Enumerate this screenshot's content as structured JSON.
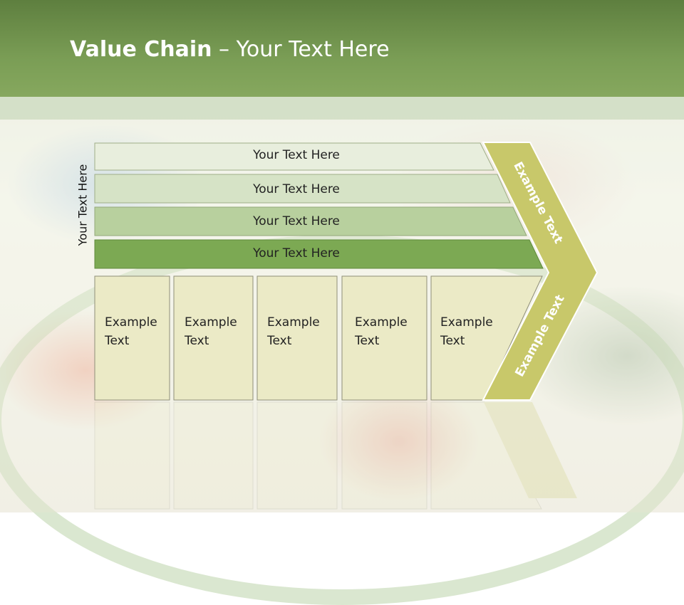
{
  "slide": {
    "title_bold": "Value Chain",
    "title_rest": " – Your Text Here",
    "side_label": "Your Text Here"
  },
  "bars": [
    {
      "label": "Your Text Here",
      "color": "#e8eedd"
    },
    {
      "label": "Your Text Here",
      "color": "#d6e3c6"
    },
    {
      "label": "Your Text Here",
      "color": "#b8d09e"
    },
    {
      "label": "Your Text Here",
      "color": "#7ca953"
    }
  ],
  "cells": [
    {
      "line1": "Example",
      "line2": "Text"
    },
    {
      "line1": "Example",
      "line2": "Text"
    },
    {
      "line1": "Example",
      "line2": "Text"
    },
    {
      "line1": "Example",
      "line2": "Text"
    },
    {
      "line1": "Example",
      "line2": "Text"
    }
  ],
  "chevron": {
    "upper_label": "Example Text",
    "lower_label": "Example Text",
    "color": "#c8c86a"
  },
  "colors": {
    "cell_fill": "#ebeac6",
    "header_green": "#6e9148"
  }
}
